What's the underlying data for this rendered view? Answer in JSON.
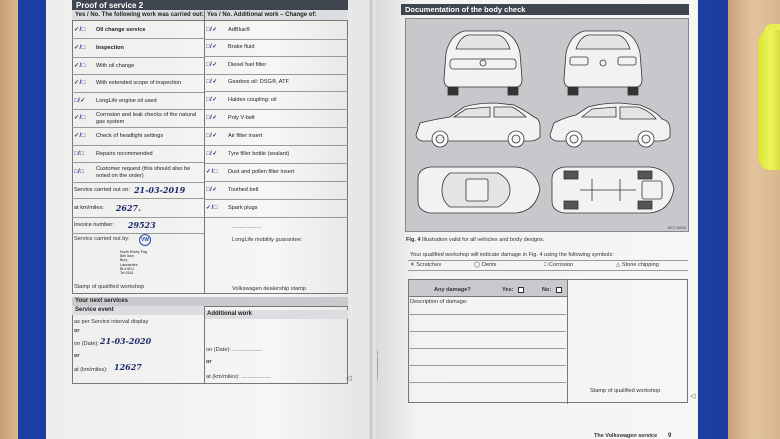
{
  "left_page": {
    "header": "Proof of service 2",
    "col_left": "Yes / No. The following work was carried out:",
    "col_right": "Yes / No. Additional work – Change of:",
    "left_rows": [
      {
        "cb": "✓/□",
        "label": "Oil change service",
        "bold": true
      },
      {
        "cb": "✓/□",
        "label": "Inspection",
        "bold": true
      },
      {
        "cb": "✓/□",
        "label": "With oil change",
        "bold": false
      },
      {
        "cb": "✓/□",
        "label": "With extended scope of inspection",
        "bold": false
      },
      {
        "cb": "□/✓",
        "label": "LongLife engine oil used",
        "bold": false
      },
      {
        "cb": "✓/□",
        "label": "Corrosion and leak checks of the natural gas system",
        "bold": false
      },
      {
        "cb": "✓/□",
        "label": "Check of headlight settings",
        "bold": false
      },
      {
        "cb": "□/□",
        "label": "Repairs recommended",
        "bold": false
      },
      {
        "cb": "□/□",
        "label": "Customer request (this should also be noted on the order)",
        "bold": false
      }
    ],
    "right_rows": [
      {
        "cb": "□/✓",
        "label": "AdBlue®"
      },
      {
        "cb": "□/✓",
        "label": "Brake fluid"
      },
      {
        "cb": "□/✓",
        "label": "Diesel fuel filter"
      },
      {
        "cb": "□/✓",
        "label": "Gearbox oil: DSG®, ATF"
      },
      {
        "cb": "□/✓",
        "label": "Haldex coupling: oil"
      },
      {
        "cb": "□/✓",
        "label": "Poly V-belt"
      },
      {
        "cb": "□/✓",
        "label": "Air filter insert"
      },
      {
        "cb": "□/✓",
        "label": "Tyre filler bottle (sealant)"
      },
      {
        "cb": "✓/□",
        "label": "Dust and pollen filter insert"
      },
      {
        "cb": "□/✓",
        "label": "Toothed belt"
      },
      {
        "cb": "✓/□",
        "label": "Spark plugs"
      }
    ],
    "service_carried_out_on_label": "Service carried out on:",
    "service_date": "21-03-2019",
    "mileage_label": "at km/miles:",
    "mileage_value": "2627.",
    "invoice_label": "Invoice number:",
    "invoice_value": "29523",
    "carried_out_by_label": "Service carried out by:",
    "stamp_label": "Stamp of qualified workshop",
    "stamp_lines": [
      "North Kirkby Pag",
      "Bell lane",
      "Bury",
      "Lancashire",
      "BL9 6HJ",
      "Tel 0161"
    ],
    "stamp_short": "VW",
    "longlife_label": "LongLife mobility guarantee:",
    "vw_stamp_label": "Volkswagen dealership stamp",
    "dots": "...................",
    "next_services_header": "Your next services",
    "service_event_label": "Service event",
    "additional_work_label": "Additional work",
    "as_per_label": "as per Service interval display",
    "or_label": "or",
    "on_date_label": "on (Date):",
    "next_date_value": "21-03-2020",
    "at_km_label": "at (km/miles):",
    "next_km_value": "12627",
    "on_date_right": "on (Date): ...................",
    "at_km_right": "at (km/miles): ...................",
    "marker_glyph": "◁"
  },
  "right_page": {
    "title": "Documentation of the body check",
    "fig_caption_prefix": "Fig. 4",
    "fig_caption": "Illustration valid for all vehicles and body designs.",
    "instruction": "Your qualified workshop will indicate damage in Fig. 4 using the following symbols:",
    "symbols": [
      "✕ Scratches",
      "◯ Dents",
      "□ Corrosion",
      "△ Stone chipping"
    ],
    "any_damage_label": "Any damage?",
    "yes_label": "Yes:",
    "no_label": "No:",
    "description_label": "Description of damage:",
    "stamp_label": "Stamp of qualified workshop",
    "footer_text": "The Volkswagen service",
    "page_number": "9",
    "side_code": "5G0012720AE",
    "fig_code": "BYT-0005",
    "marker_glyph": "◁"
  }
}
